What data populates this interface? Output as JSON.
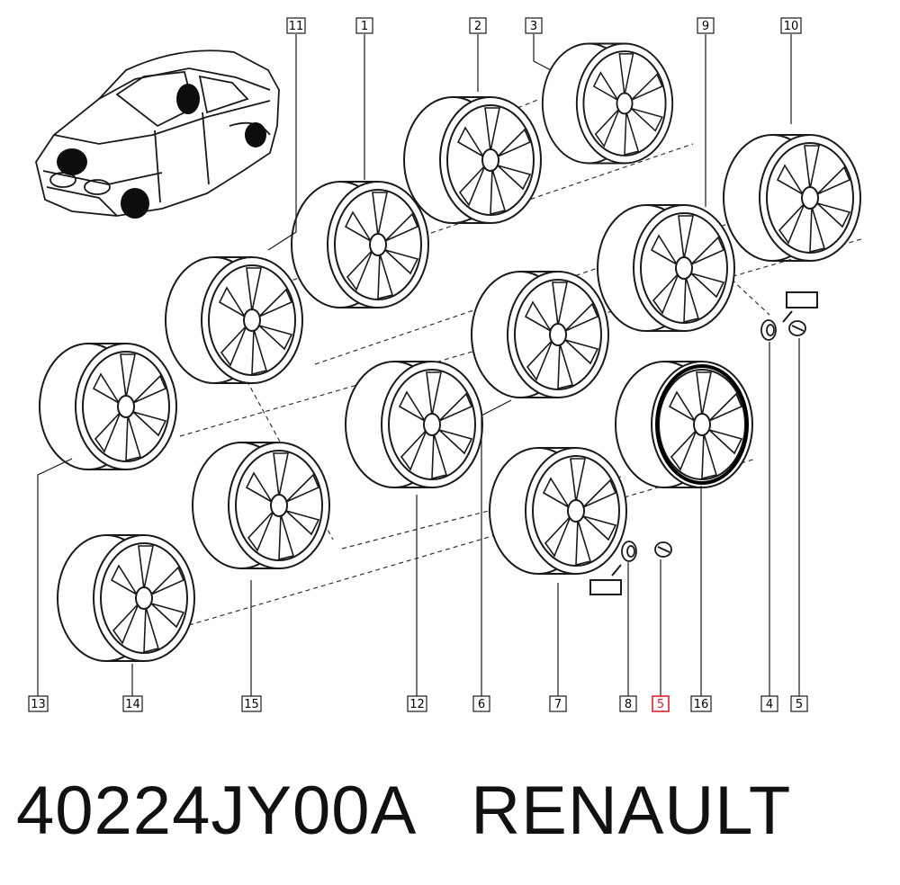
{
  "callouts": {
    "c11": "11",
    "c1": "1",
    "c2": "2",
    "c3": "3",
    "c9": "9",
    "c10": "10",
    "c13": "13",
    "c14": "14",
    "c15": "15",
    "c12": "12",
    "c6": "6",
    "c7": "7",
    "c8": "8",
    "c5a": "5",
    "c16": "16",
    "c4": "4",
    "c5b": "5"
  },
  "highlight_color": "#e0212b",
  "footer": {
    "part_number": "40224JY00A",
    "brand": "RENAULT"
  }
}
